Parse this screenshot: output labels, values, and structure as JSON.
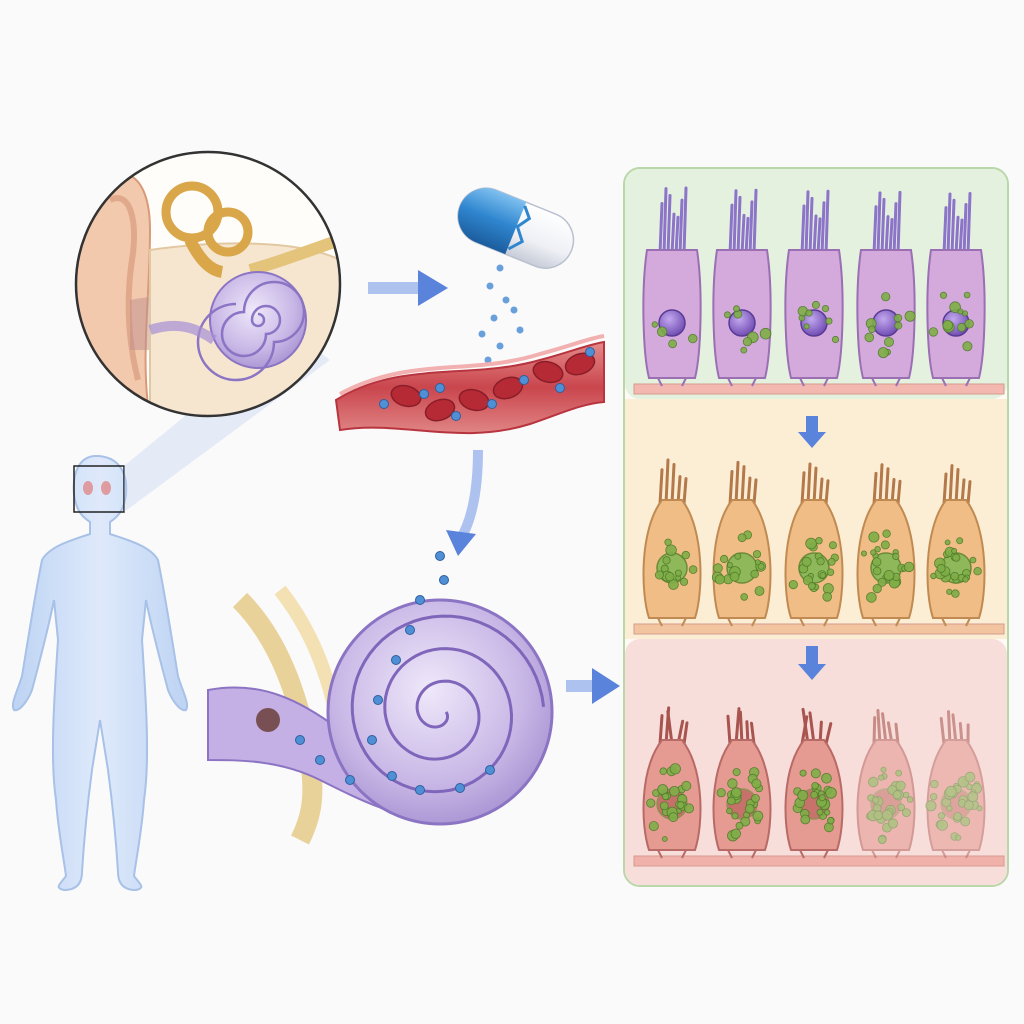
{
  "diagram": {
    "texts": [],
    "colors": {
      "background": "#fbfafa",
      "body": "#c9dcf7",
      "body_outline": "#9fbbe6",
      "cochlea": "#b9a6dd",
      "cochlea_light": "#ddd2f1",
      "capsule_blue": "#2f86cf",
      "capsule_white": "#f2f4f8",
      "vessel": "#c9464d",
      "red_cell": "#b52a35",
      "drug_particle": "#4f8fd6",
      "arrow": "#5a83dc",
      "nerve": "#e3c47a",
      "panel_healthy_bg": "#e4f1de",
      "panel_affected_bg": "#fbeed5",
      "panel_damaged_bg": "#f8dedb",
      "cell_healthy": "#d4a9dc",
      "cell_affected": "#efbd85",
      "cell_damaged": "#e59a92",
      "nucleus": "#8e68c8",
      "granule": "#7fae47",
      "stereocilia": "#8c74c9"
    },
    "panels": [
      {
        "id": "healthy",
        "cells": 5,
        "damage": [
          0,
          0.1,
          0.15,
          0.2,
          0.25
        ]
      },
      {
        "id": "affected",
        "cells": 5,
        "damage": [
          0.35,
          0.5,
          0.6,
          0.65,
          0.7
        ]
      },
      {
        "id": "damaged",
        "cells": 5,
        "damage": [
          0.75,
          0.8,
          0.85,
          0.92,
          1.0
        ]
      }
    ],
    "icons": {
      "figure": "human-body-icon",
      "ear_zoom": "inner-ear-icon",
      "drug": "capsule-icon",
      "vessel": "blood-vessel-icon",
      "cochlea": "cochlea-icon"
    }
  }
}
